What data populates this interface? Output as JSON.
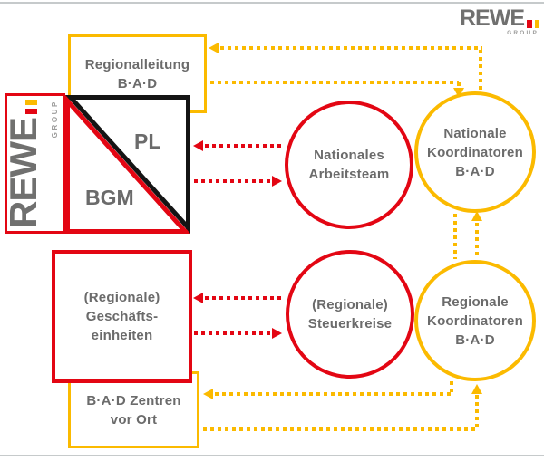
{
  "palette": {
    "red": "#E30613",
    "yellow": "#FBBA00",
    "text_gray": "#6B6B6B",
    "logo_gray": "#70706F",
    "group_gray": "#9D9D9C",
    "line_black": "#141414",
    "divider_gray": "#C6CACB"
  },
  "header_logo": {
    "wordmark": "REWE",
    "group": "GROUP"
  },
  "side_logo": {
    "wordmark": "REWE",
    "group": "GROUP"
  },
  "nodes": {
    "regionalleitung": {
      "line1": "Regionalleitung",
      "line2": "B·A·D"
    },
    "pl_label": "PL",
    "bgm_label": "BGM",
    "nationales_arbeitsteam": {
      "line1": "Nationales",
      "line2": "Arbeitsteam"
    },
    "nationale_koordinatoren": {
      "line1": "Nationale",
      "line2": "Koordinatoren",
      "line3": "B·A·D"
    },
    "geschaeftseinheiten": {
      "line1": "(Regionale)",
      "line2": "Geschäfts-",
      "line3": "einheiten"
    },
    "steuerkreise": {
      "line1": "(Regionale)",
      "line2": "Steuerkreise"
    },
    "regionale_koordinatoren": {
      "line1": "Regionale",
      "line2": "Koordinatoren",
      "line3": "B·A·D"
    },
    "bad_zentren": {
      "line1": "B·A·D Zentren",
      "line2": "vor Ort"
    }
  }
}
